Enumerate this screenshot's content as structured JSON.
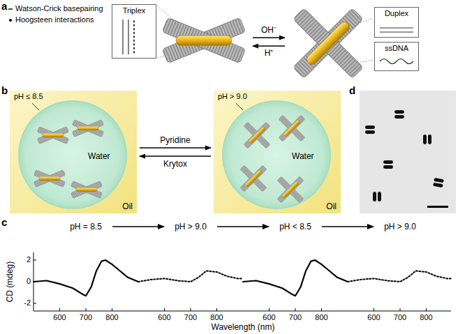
{
  "diagram": {
    "nodes": [
      {
        "text": [
          "Triplex"
        ]
      },
      {
        "text": [
          "Duplex"
        ]
      },
      {
        "text": [
          "ssDNA"
        ]
      },
      {
        "text": [
          "Oil"
        ]
      },
      {
        "text": [
          "Water"
        ],
        "in": 3
      },
      {
        "text": [
          "Oil"
        ]
      },
      {
        "text": [
          "Water"
        ],
        "in": 5
      }
    ],
    "edges": [
      {
        "from": 3,
        "to": 5,
        "arrow": "to",
        "label": "Pyridine"
      },
      {
        "from": 5,
        "to": 3,
        "arrow": "to",
        "label": "Krytox"
      }
    ],
    "labels": [
      "a",
      "OH⁻",
      "H⁺",
      "b",
      "pH ≤ 8.5",
      "pH > 9.0",
      "d",
      "c",
      "pH = 8.5",
      "pH > 9.0",
      "pH < 8.5",
      "pH > 9.0",
      "2",
      "0",
      "-2",
      "600",
      "700",
      "800",
      "600",
      "700",
      "800",
      "600",
      "700",
      "800",
      "600",
      "700",
      "800",
      "CD (mdeg)",
      "Wavelength (nm)"
    ],
    "legend": [
      {
        "text": "Watson-Crick basepairing"
      },
      {
        "text": "Hoogsteen interactions"
      }
    ]
  }
}
